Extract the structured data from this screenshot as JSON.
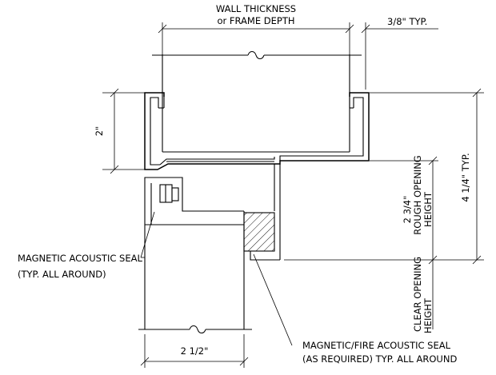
{
  "labels": {
    "wall_thickness_line1": "WALL THICKNESS",
    "wall_thickness_line2": "or FRAME DEPTH",
    "three_eighths": "3/8\" TYP.",
    "two_inch": "2\"",
    "two_three_quarters": "2 3/4\"",
    "rough_opening_line1": "ROUGH OPENING",
    "rough_opening_line2": "HEIGHT",
    "four_quarter": "4 1/4\" TYP.",
    "clear_opening_line1": "CLEAR OPENING",
    "clear_opening_line2": "HEIGHT",
    "mag_seal_line1": "MAGNETIC ACOUSTIC SEAL",
    "mag_seal_line2": "(TYP. ALL AROUND)",
    "fire_seal_line1": "MAGNETIC/FIRE ACOUSTIC SEAL",
    "fire_seal_line2": "(AS REQUIRED) TYP. ALL AROUND",
    "two_half": "2 1/2\""
  }
}
